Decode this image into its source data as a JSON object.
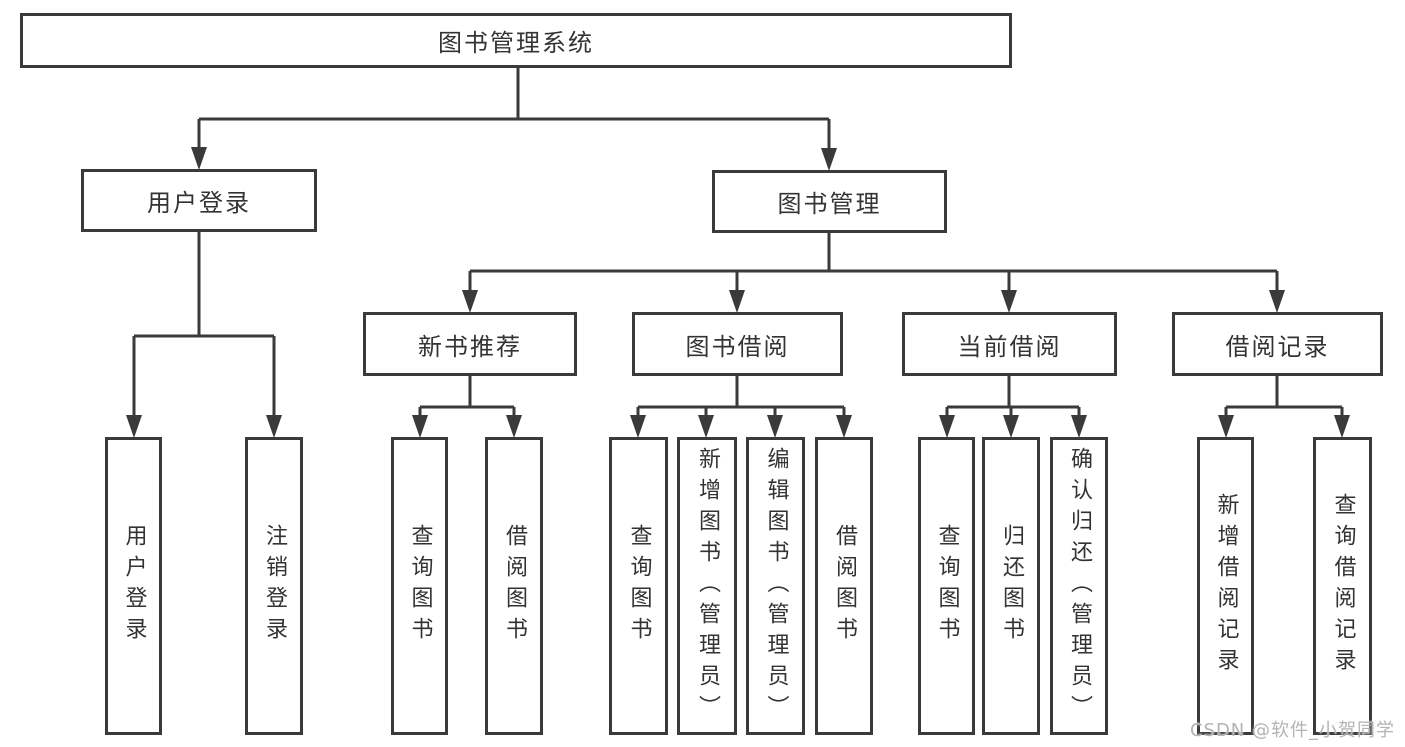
{
  "diagram": {
    "root": {
      "label": "图书管理系统"
    },
    "branches": [
      {
        "label": "用户登录",
        "leaves": [
          {
            "label": "用户登录"
          },
          {
            "label": "注销登录"
          }
        ]
      },
      {
        "label": "图书管理",
        "sections": [
          {
            "label": "新书推荐",
            "leaves": [
              {
                "label": "查询图书"
              },
              {
                "label": "借阅图书"
              }
            ]
          },
          {
            "label": "图书借阅",
            "leaves": [
              {
                "label": "查询图书"
              },
              {
                "label": "新增图书（管理员）"
              },
              {
                "label": "编辑图书（管理员）"
              },
              {
                "label": "借阅图书"
              }
            ]
          },
          {
            "label": "当前借阅",
            "leaves": [
              {
                "label": "查询图书"
              },
              {
                "label": "归还图书"
              },
              {
                "label": "确认归还（管理员）"
              }
            ]
          },
          {
            "label": "借阅记录",
            "leaves": [
              {
                "label": "新增借阅记录"
              },
              {
                "label": "查询借阅记录"
              }
            ]
          }
        ]
      }
    ]
  },
  "watermark": {
    "text": "CSDN @软件_小贺同学"
  },
  "colors": {
    "line": "#3a3a3a",
    "text": "#333333",
    "watermark": "#b3b3b3",
    "background": "#ffffff"
  }
}
